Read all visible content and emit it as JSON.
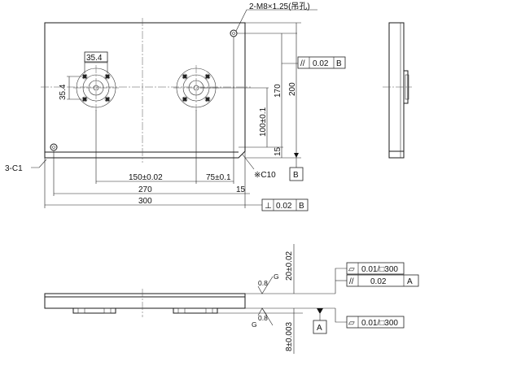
{
  "drawing": {
    "hole_callout": "2-M8×1.25(吊孔)",
    "chamfer_main": "3-C1",
    "chamfer_small": "※C10",
    "datum_b": "B",
    "datum_a": "A",
    "dims": {
      "d354_h": "35.4",
      "d354_v": "35.4",
      "d150": "150±0.02",
      "d75": "75±0.1",
      "d15_h": "15",
      "d270": "270",
      "d300": "300",
      "d100": "100±0.1",
      "d170": "170",
      "d200": "200",
      "d15_v": "15",
      "d20": "20±0.02",
      "d8": "8±0.003"
    },
    "fcf_parallel_top": {
      "sym": "//",
      "val": "0.02",
      "ref": "B"
    },
    "fcf_perp": {
      "sym": "⊥",
      "val": "0.02",
      "ref": "B"
    },
    "fcf_flat_1": {
      "sym": "▱",
      "val": "0.01/□300"
    },
    "fcf_parallel_side": {
      "sym": "//",
      "val": "0.02",
      "ref": "A"
    },
    "fcf_flat_2": {
      "sym": "▱",
      "val": "0.01/□300"
    },
    "roughness_top": {
      "val": "0.8",
      "sym": "G"
    },
    "roughness_bot": {
      "val": "0.8",
      "sym": "G"
    }
  }
}
